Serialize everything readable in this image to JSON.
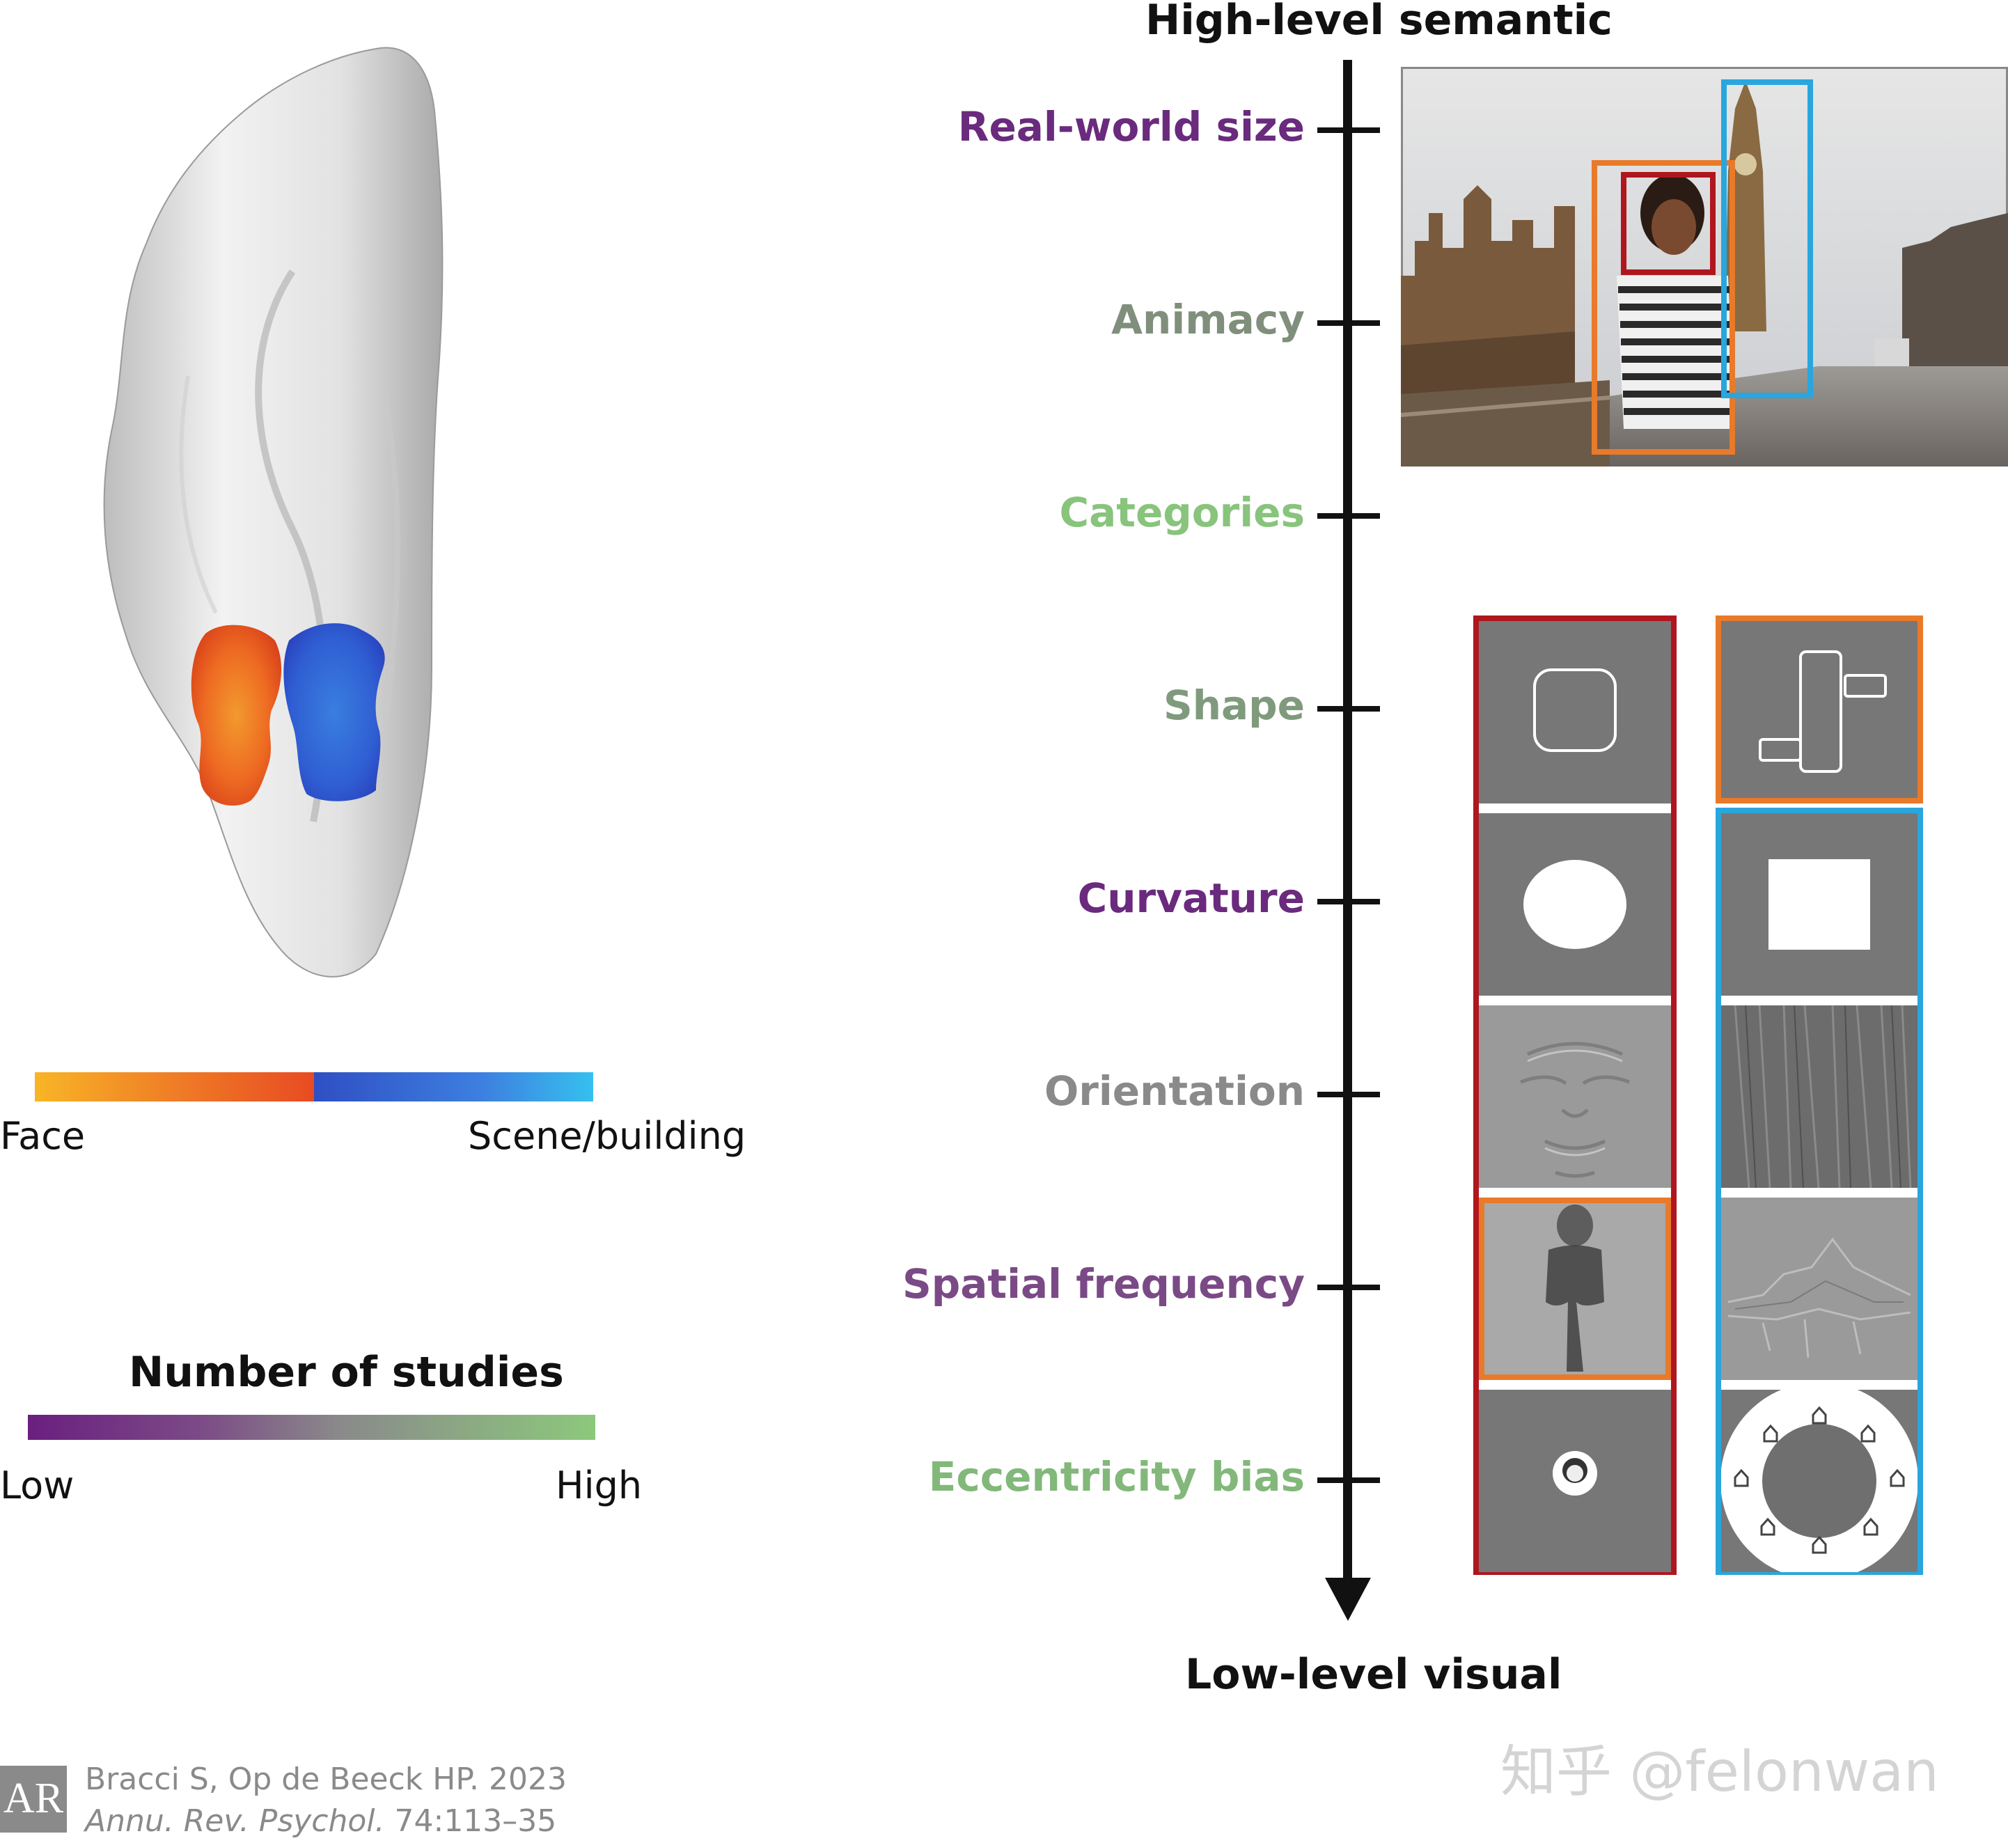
{
  "axis": {
    "top_label": "High-level semantic",
    "bottom_label": "Low-level visual",
    "levels": [
      {
        "label": "Real-world size",
        "color": "#6a2a7d"
      },
      {
        "label": "Animacy",
        "color": "#7f8f7c"
      },
      {
        "label": "Categories",
        "color": "#88c47c"
      },
      {
        "label": "Shape",
        "color": "#7f9a7c"
      },
      {
        "label": "Curvature",
        "color": "#6a2a7d"
      },
      {
        "label": "Orientation",
        "color": "#8a8a8a"
      },
      {
        "label": "Spatial frequency",
        "color": "#7a4a86"
      },
      {
        "label": "Eccentricity bias",
        "color": "#82b87a"
      }
    ]
  },
  "legend_category": {
    "left_label": "Face",
    "right_label": "Scene/building"
  },
  "legend_studies": {
    "title": "Number of studies",
    "low_label": "Low",
    "high_label": "High"
  },
  "citation": {
    "logo_text": "AR",
    "authors": "Bracci S, Op de Beeck HP. 2023",
    "journal": "Annu. Rev. Psychol.",
    "volume": " 74:113–35"
  },
  "watermark": "知乎 @felonwan",
  "colors": {
    "face_frame": "#b0161e",
    "body_frame": "#e87a2a",
    "scene_frame": "#29a6de",
    "tile_gray": "#777777"
  }
}
